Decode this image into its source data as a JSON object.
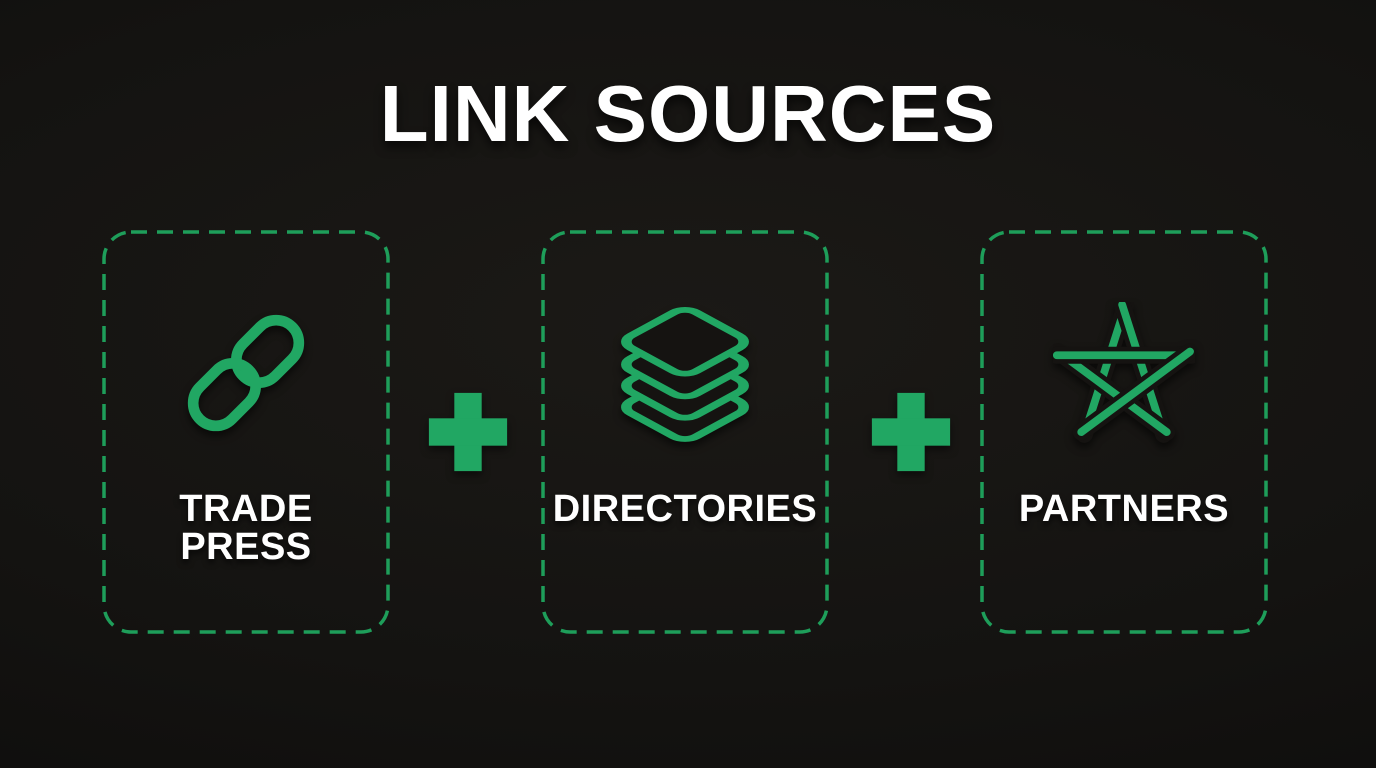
{
  "page": {
    "title": "LINK SOURCES"
  },
  "colors": {
    "bg": "#141311",
    "accent": "#21A763",
    "border-green": "#1E9E5A",
    "text-white": "#FFFFFF"
  },
  "cards": [
    {
      "id": "trade-press",
      "label": "TRADE\nPRESS",
      "icon": "chain-link-icon"
    },
    {
      "id": "directories",
      "label": "DIRECTORIES",
      "icon": "layers-stack-icon"
    },
    {
      "id": "partners",
      "label": "PARTNERS",
      "icon": "star-icon"
    }
  ],
  "separators": [
    {
      "icon": "plus-icon",
      "symbol": "+"
    },
    {
      "icon": "plus-icon",
      "symbol": "+"
    }
  ]
}
